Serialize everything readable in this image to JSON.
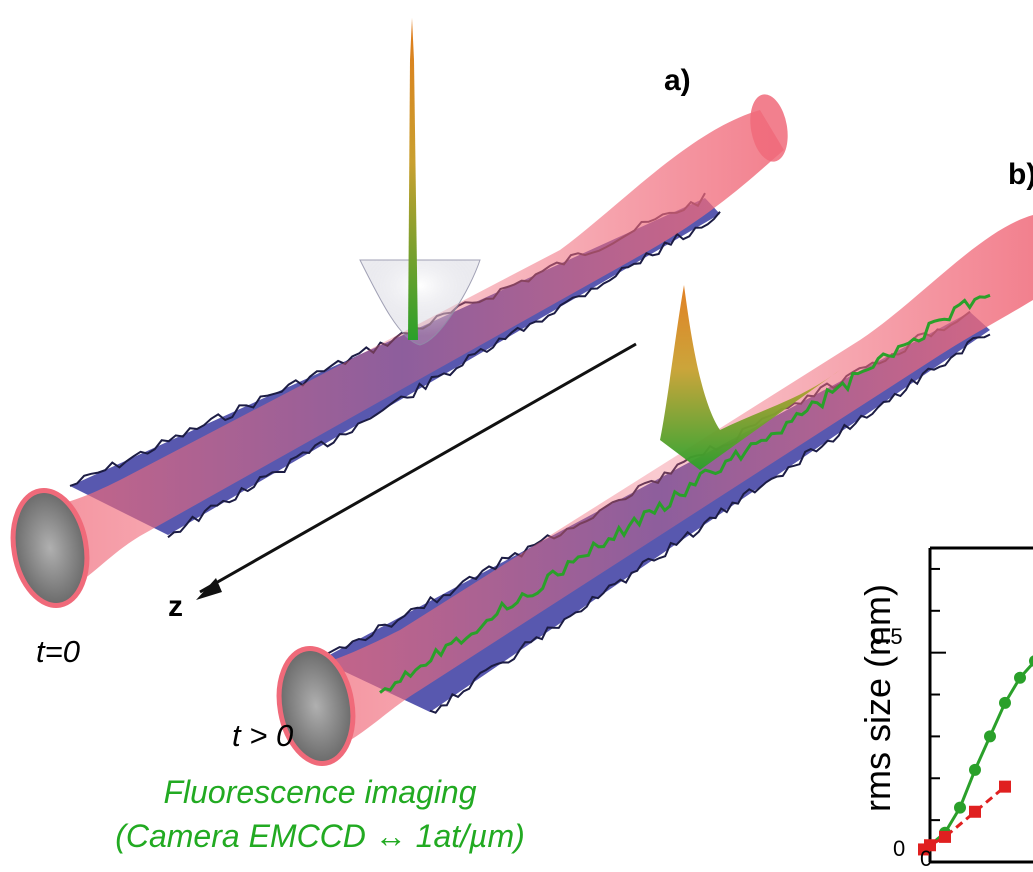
{
  "figure": {
    "panel_a_label": "a)",
    "panel_b_label": "b)",
    "axis_arrow_label": "z",
    "time_label_start": "t=0",
    "time_label_later": "t > 0",
    "caption_line1": "Fluorescence imaging",
    "caption_line2": "(Camera EMCCD ↔ 1at/µm)"
  },
  "colors": {
    "beam": "#f06a7a",
    "beam_cap": "#8a8a8a",
    "noise_surface": "#4a4aa8",
    "density_green": "#2aa02a",
    "density_peak": "#e08a1a",
    "caption": "#22aa22",
    "series_green": "#2aa02a",
    "series_red": "#e02020"
  },
  "chart_data": {
    "type": "line",
    "title": "",
    "xlabel": "",
    "ylabel": "rms size (mm)",
    "y_tick_labels": [
      "0",
      "0.5"
    ],
    "x_tick_labels": [
      "0"
    ],
    "ylim": [
      0,
      0.75
    ],
    "series": [
      {
        "color": "#2aa02a",
        "style": "solid",
        "marker": "circle",
        "x": [
          0.0,
          0.5,
          1.0,
          1.5,
          2.0,
          2.5,
          3.0,
          3.5
        ],
        "y": [
          0.04,
          0.07,
          0.13,
          0.22,
          0.3,
          0.38,
          0.44,
          0.48
        ]
      },
      {
        "color": "#e02020",
        "style": "dashed",
        "marker": "square",
        "x": [
          -0.2,
          0.0,
          0.5,
          1.5,
          2.5
        ],
        "y": [
          0.03,
          0.04,
          0.06,
          0.12,
          0.18
        ]
      }
    ],
    "grid": false
  }
}
